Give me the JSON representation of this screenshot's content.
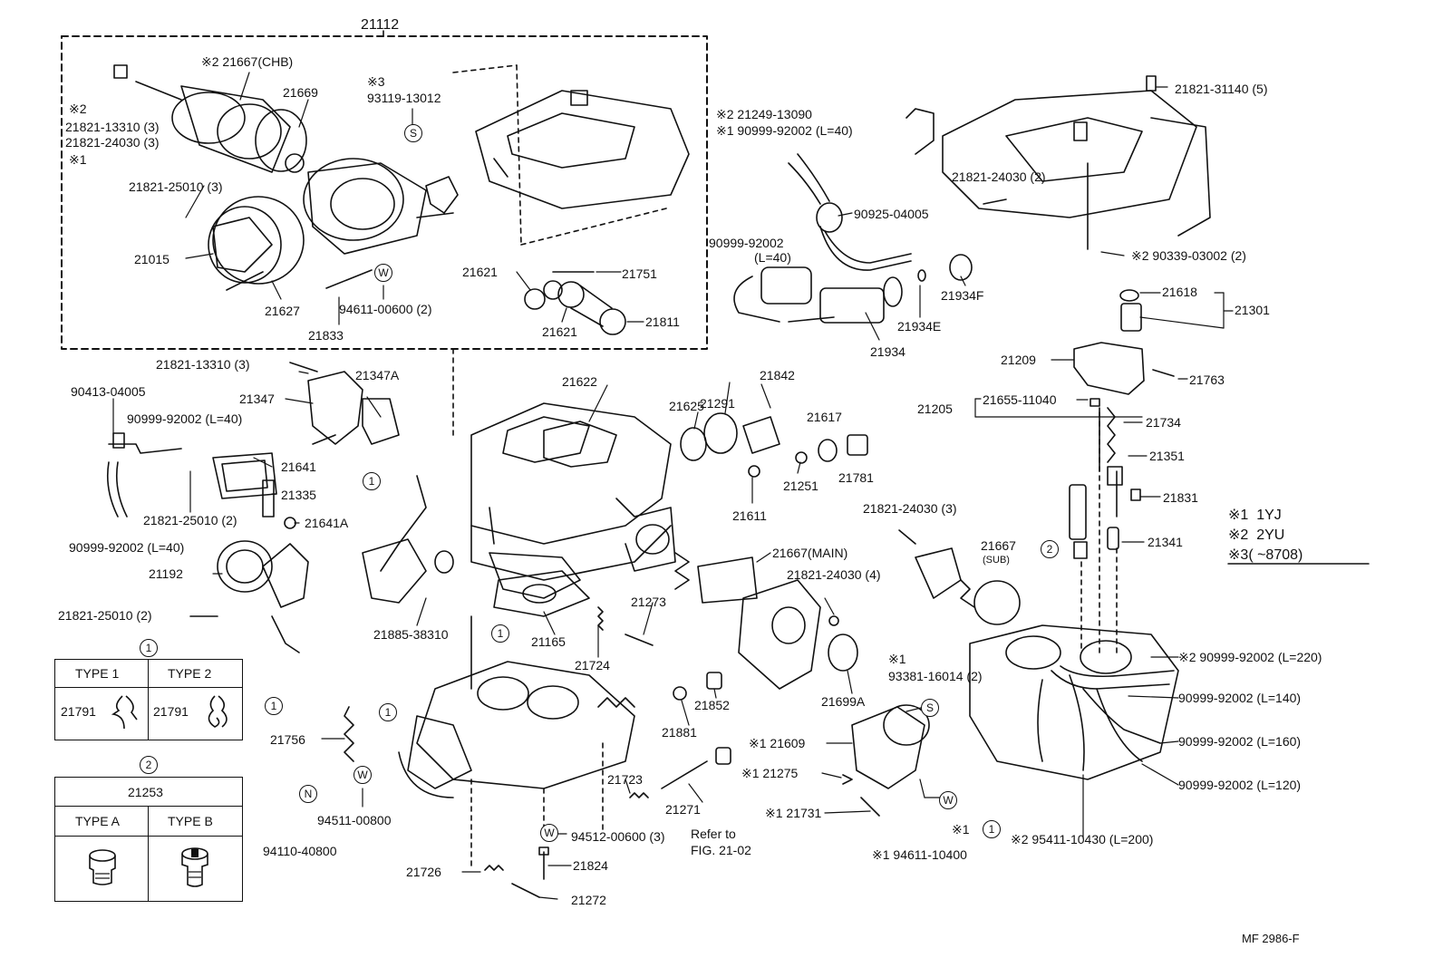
{
  "header": {
    "group_number": "21112"
  },
  "footer": {
    "figure_code": "MF 2986-F"
  },
  "legend": {
    "items": [
      {
        "mark": "※1",
        "value": "1YJ"
      },
      {
        "mark": "※2",
        "value": "2YU"
      },
      {
        "mark": "※3",
        "value": "(          ~8708)"
      }
    ]
  },
  "symbols": {
    "s": "S",
    "w": "W",
    "n": "N",
    "one": "1",
    "two": "2"
  },
  "callouts": [
    {
      "id": "c1",
      "text": "※2 21667(CHB)"
    },
    {
      "id": "c2",
      "text": "※2"
    },
    {
      "id": "c3",
      "text": "21821-13310 (3)"
    },
    {
      "id": "c4",
      "text": "21821-24030 (3)"
    },
    {
      "id": "c5",
      "text": "※1"
    },
    {
      "id": "c6",
      "text": "21669"
    },
    {
      "id": "c7",
      "text": "※3"
    },
    {
      "id": "c8",
      "text": "93119-13012"
    },
    {
      "id": "c9",
      "text": "21821-25010 (3)"
    },
    {
      "id": "c10",
      "text": "21015"
    },
    {
      "id": "c11",
      "text": "21627"
    },
    {
      "id": "c12",
      "text": "21833"
    },
    {
      "id": "c13",
      "text": "94611-00600 (2)"
    },
    {
      "id": "c14",
      "text": "21621"
    },
    {
      "id": "c15",
      "text": "21751"
    },
    {
      "id": "c16",
      "text": "21621"
    },
    {
      "id": "c17",
      "text": "21811"
    },
    {
      "id": "c18",
      "text": "※2  21249-13090"
    },
    {
      "id": "c19",
      "text": "※1  90999-92002 (L=40)"
    },
    {
      "id": "c20",
      "text": "90925-04005"
    },
    {
      "id": "c21",
      "text": "90999-92002"
    },
    {
      "id": "c22",
      "text": "(L=40)"
    },
    {
      "id": "c23",
      "text": "21934"
    },
    {
      "id": "c24",
      "text": "21934E"
    },
    {
      "id": "c25",
      "text": "21934F"
    },
    {
      "id": "c26",
      "text": "21821-24030 (2)"
    },
    {
      "id": "c27",
      "text": "21821-31140 (5)"
    },
    {
      "id": "c28",
      "text": "※2  90339-03002 (2)"
    },
    {
      "id": "c29",
      "text": "21618"
    },
    {
      "id": "c30",
      "text": "21301"
    },
    {
      "id": "c31",
      "text": "21209"
    },
    {
      "id": "c32",
      "text": "21763"
    },
    {
      "id": "c33",
      "text": "21205"
    },
    {
      "id": "c34",
      "text": "21655-11040"
    },
    {
      "id": "c35",
      "text": "21734"
    },
    {
      "id": "c36",
      "text": "21351"
    },
    {
      "id": "c37",
      "text": "21831"
    },
    {
      "id": "c38",
      "text": "21341"
    },
    {
      "id": "c39",
      "text": "21821-13310 (3)"
    },
    {
      "id": "c40",
      "text": "21347A"
    },
    {
      "id": "c41",
      "text": "21347"
    },
    {
      "id": "c42",
      "text": "90413-04005"
    },
    {
      "id": "c43",
      "text": "90999-92002 (L=40)"
    },
    {
      "id": "c44",
      "text": "21641"
    },
    {
      "id": "c45",
      "text": "21335"
    },
    {
      "id": "c46",
      "text": "21821-25010 (2)"
    },
    {
      "id": "c47",
      "text": "21641A"
    },
    {
      "id": "c48",
      "text": "90999-92002 (L=40)"
    },
    {
      "id": "c49",
      "text": "21192"
    },
    {
      "id": "c50",
      "text": "21821-25010 (2)"
    },
    {
      "id": "c51",
      "text": "21622"
    },
    {
      "id": "c52",
      "text": "21625"
    },
    {
      "id": "c53",
      "text": "21291"
    },
    {
      "id": "c54",
      "text": "21842"
    },
    {
      "id": "c55",
      "text": "21617"
    },
    {
      "id": "c56",
      "text": "21251"
    },
    {
      "id": "c57",
      "text": "21781"
    },
    {
      "id": "c58",
      "text": "21611"
    },
    {
      "id": "c59",
      "text": "21821-24030 (3)"
    },
    {
      "id": "c60",
      "text": "21667"
    },
    {
      "id": "c61",
      "text": "(SUB)"
    },
    {
      "id": "c62",
      "text": "21667(MAIN)"
    },
    {
      "id": "c63",
      "text": "21821-24030 (4)"
    },
    {
      "id": "c64",
      "text": "21885-38310"
    },
    {
      "id": "c65",
      "text": "21165"
    },
    {
      "id": "c66",
      "text": "21273"
    },
    {
      "id": "c67",
      "text": "21724"
    },
    {
      "id": "c68",
      "text": "21699A"
    },
    {
      "id": "c69",
      "text": "※1"
    },
    {
      "id": "c70",
      "text": "93381-16014 (2)"
    },
    {
      "id": "c71",
      "text": "21881"
    },
    {
      "id": "c72",
      "text": "21852"
    },
    {
      "id": "c73",
      "text": "21756"
    },
    {
      "id": "c74",
      "text": "21723"
    },
    {
      "id": "c75",
      "text": "21271"
    },
    {
      "id": "c76",
      "text": "※1  21609"
    },
    {
      "id": "c77",
      "text": "※1  21275"
    },
    {
      "id": "c78",
      "text": "※1  21731"
    },
    {
      "id": "c79",
      "text": "94511-00800"
    },
    {
      "id": "c80",
      "text": "94512-00600 (3)"
    },
    {
      "id": "c81",
      "text": "Refer to"
    },
    {
      "id": "c82",
      "text": "FIG. 21-02"
    },
    {
      "id": "c83",
      "text": "94110-40800"
    },
    {
      "id": "c84",
      "text": "21824"
    },
    {
      "id": "c85",
      "text": "21726"
    },
    {
      "id": "c86",
      "text": "21272"
    },
    {
      "id": "c87",
      "text": "※1  94611-10400"
    },
    {
      "id": "c88",
      "text": "※1"
    },
    {
      "id": "c89",
      "text": "※2 90999-92002 (L=220)"
    },
    {
      "id": "c90",
      "text": "90999-92002 (L=140)"
    },
    {
      "id": "c91",
      "text": "90999-92002 (L=160)"
    },
    {
      "id": "c92",
      "text": "90999-92002 (L=120)"
    },
    {
      "id": "c93",
      "text": "※2 95411-10430 (L=200)"
    }
  ],
  "table1": {
    "marker": "1",
    "headers": [
      "TYPE 1",
      "TYPE 2"
    ],
    "cells": [
      "21791",
      "21791"
    ]
  },
  "table2": {
    "marker": "2",
    "title": "21253",
    "headers": [
      "TYPE A",
      "TYPE B"
    ]
  }
}
